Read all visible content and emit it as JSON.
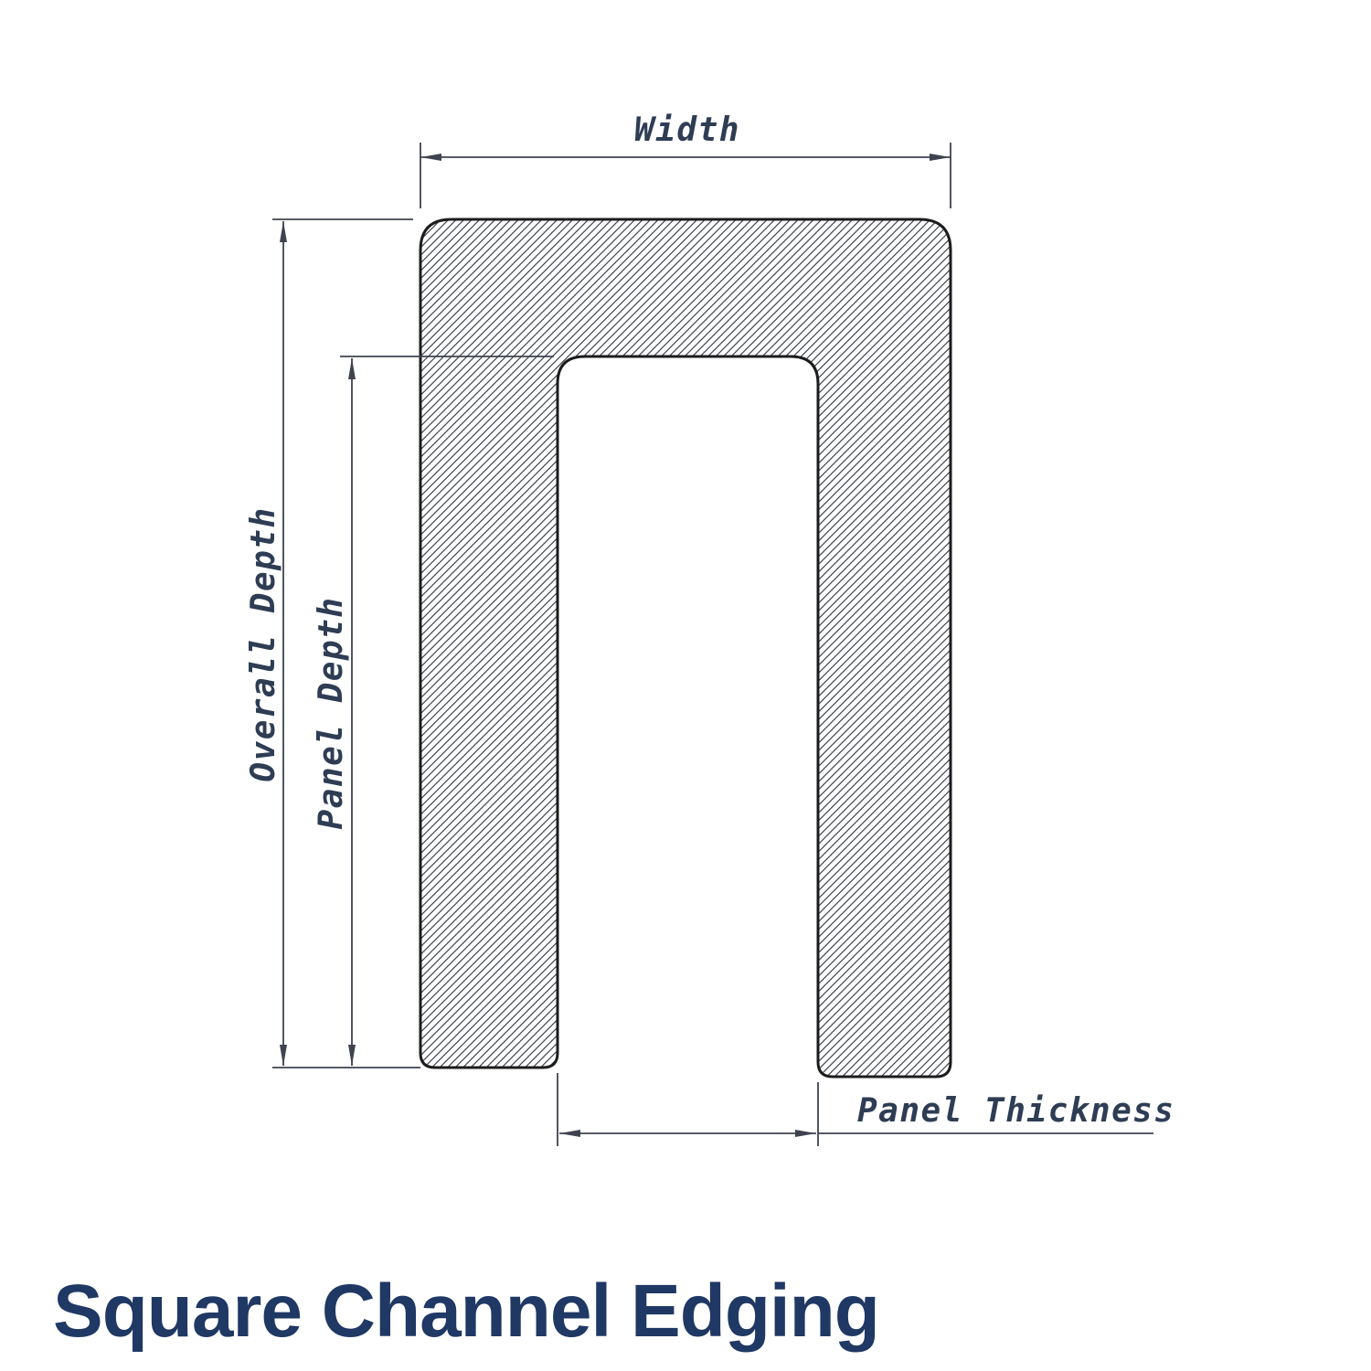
{
  "diagram": {
    "title": "Square Channel Edging",
    "labels": {
      "width": "Width",
      "overall_depth": "Overall Depth",
      "panel_depth": "Panel Depth",
      "panel_thickness": "Panel Thickness"
    },
    "colors": {
      "background": "#ffffff",
      "outline": "#1c1c1c",
      "hatch": "#3d434f",
      "dimension": "#3f4350",
      "label": "#2e3d54",
      "title": "#1f3864"
    }
  }
}
